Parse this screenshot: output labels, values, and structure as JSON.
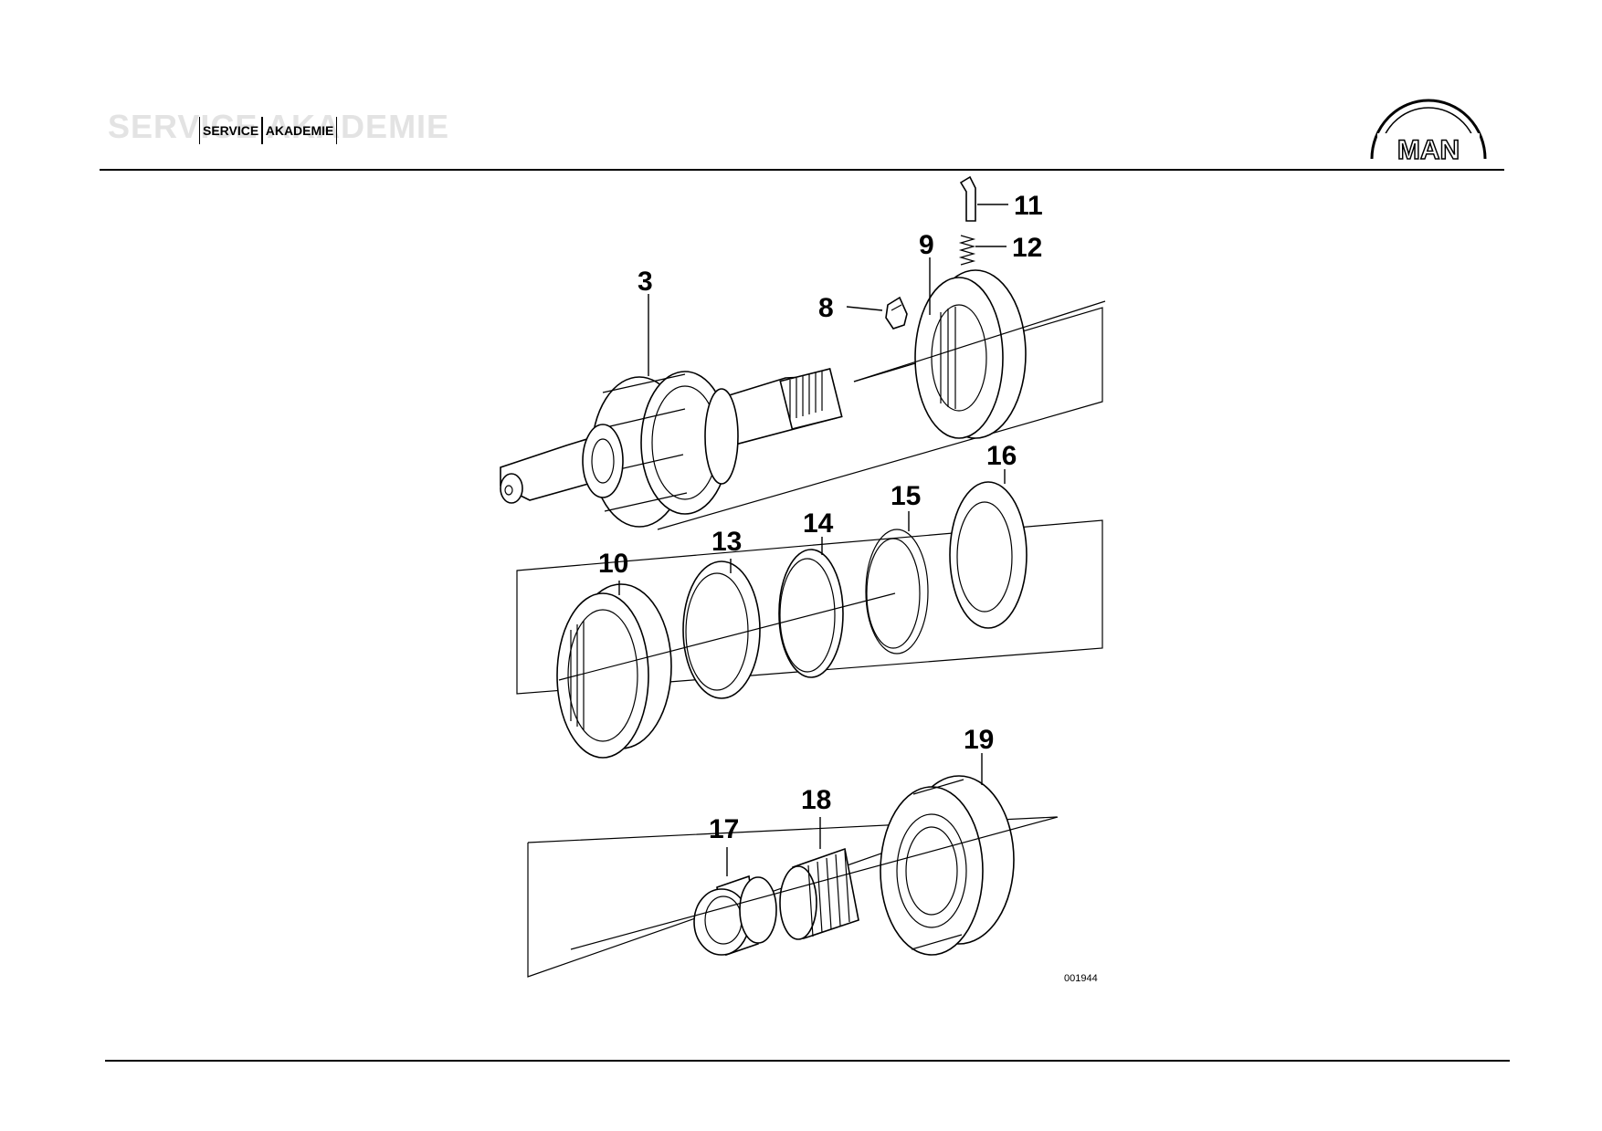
{
  "header": {
    "ghost_title": "SERVICE AKADEMIE",
    "brand_words": [
      "SERVICE",
      "AKADEMIE"
    ],
    "logo_text": "MAN"
  },
  "callouts": {
    "c3": "3",
    "c8": "8",
    "c9": "9",
    "c10": "10",
    "c11": "11",
    "c12": "12",
    "c13": "13",
    "c14": "14",
    "c15": "15",
    "c16": "16",
    "c17": "17",
    "c18": "18",
    "c19": "19"
  },
  "figure_code": "001944"
}
